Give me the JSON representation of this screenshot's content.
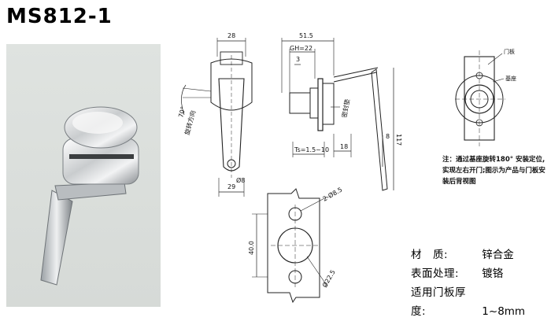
{
  "title": "MS812-1",
  "front_view": {
    "dim_top": "28",
    "dim_bottom": "29",
    "rotation_angle": "70°",
    "rotation_label": "旋转方向",
    "hole_dia": "Ø8"
  },
  "side_view": {
    "dim_total": "51.5",
    "dim_gh": "GH=22",
    "dim_3": "3",
    "gasket_label": "密封垫",
    "dim_ts": "Ts=1.5~10",
    "dim_18": "18",
    "dim_8": "8",
    "dim_117": "117"
  },
  "back_view": {
    "door_label": "门板",
    "base_label": "基座"
  },
  "note": "注：通过基座旋转180° 安装定位,实现左右开门;图示为产品与门板安装后背视图",
  "cutout": {
    "dim_slot": "2-Ø8.5",
    "dim_height": "40.0",
    "dim_hole": "Ø22.5"
  },
  "specs": [
    {
      "label": "材　质:",
      "value": "锌合金"
    },
    {
      "label": "表面处理:",
      "value": "镀铬"
    },
    {
      "label": "适用门板厚度:",
      "value": "1~8mm"
    }
  ]
}
